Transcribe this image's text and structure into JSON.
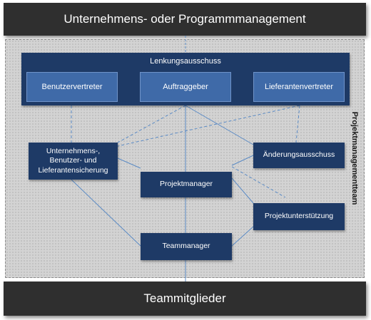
{
  "header": {
    "title": "Unternehmens- oder Programmmanagement"
  },
  "footer": {
    "title": "Teammitglieder"
  },
  "panel": {
    "label": "Projektmanagementteam"
  },
  "steering_committee": {
    "title": "Lenkungsausschuss",
    "members": [
      "Benutzervertreter",
      "Auftraggeber",
      "Lieferantenvertreter"
    ]
  },
  "roles": {
    "assurance": "Unternehmens-,\nBenutzer- und\nLieferantensicherung",
    "change_authority": "Änderungsausschuss",
    "project_manager": "Projektmanager",
    "project_support": "Projektunterstützung",
    "team_manager": "Teammanager"
  },
  "colors": {
    "bar": "#2f2f2f",
    "box": "#1e3a66",
    "inner_box": "#3f6aa8",
    "line": "#5b8bc5",
    "panel": "#d3d3d3"
  }
}
